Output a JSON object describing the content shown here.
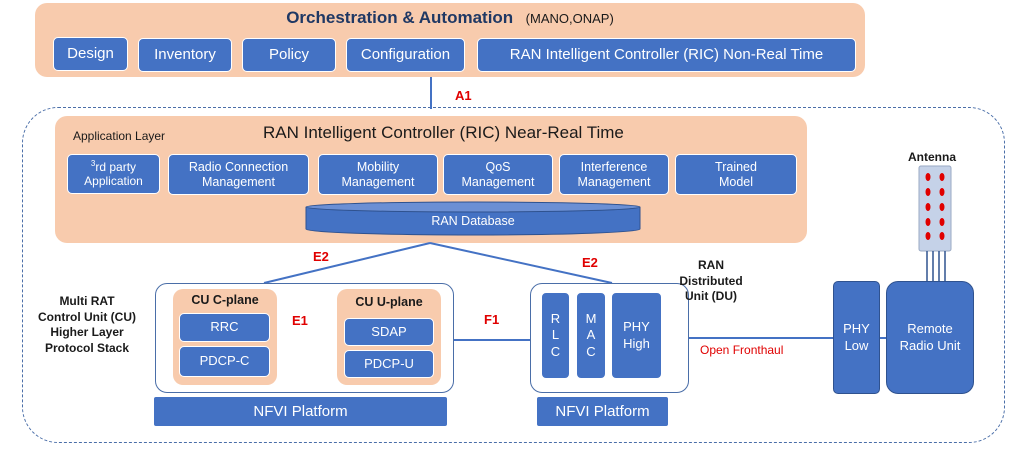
{
  "orchestration": {
    "title": "Orchestration & Automation",
    "subtitle": "(MANO,ONAP)",
    "items": [
      "Design",
      "Inventory",
      "Policy",
      "Configuration",
      "RAN Intelligent Controller (RIC) Non-Real Time"
    ]
  },
  "interfaces": {
    "a1": "A1",
    "e2_left": "E2",
    "e2_right": "E2",
    "e1": "E1",
    "f1": "F1",
    "open_fronthaul": "Open Fronthaul"
  },
  "ric_near_rt": {
    "app_layer_label": "Application Layer",
    "title": "RAN Intelligent Controller (RIC) Near-Real Time",
    "apps": {
      "third_party_sup": "3",
      "third_party_rest": "rd party",
      "third_party_line2": "Application",
      "radio_conn": "Radio Connection Management",
      "mobility": "Mobility Management",
      "qos": "QoS Management",
      "interference": "Interference Management",
      "trained_model": "Trained Model"
    },
    "database": "RAN Database"
  },
  "cu": {
    "side_label": [
      "Multi RAT",
      "Control Unit (CU)",
      "Higher Layer",
      "Protocol Stack"
    ],
    "cplane_title": "CU C-plane",
    "cplane_items": [
      "RRC",
      "PDCP-C"
    ],
    "uplane_title": "CU U-plane",
    "uplane_items": [
      "SDAP",
      "PDCP-U"
    ],
    "nfvi": "NFVI Platform"
  },
  "du": {
    "side_label": [
      "RAN",
      "Distributed",
      "Unit (DU)"
    ],
    "rlc": [
      "R",
      "L",
      "C"
    ],
    "mac": [
      "M",
      "A",
      "C"
    ],
    "phy_high": [
      "PHY",
      "High"
    ],
    "nfvi": "NFVI Platform"
  },
  "ru": {
    "phy_low": [
      "PHY",
      "Low"
    ],
    "remote_radio": [
      "Remote",
      "Radio Unit"
    ],
    "antenna": "Antenna"
  },
  "colors": {
    "peach": "#f8cbad",
    "blue": "#4472c4",
    "dark_blue_text": "#1f3864",
    "red": "#e00000"
  }
}
